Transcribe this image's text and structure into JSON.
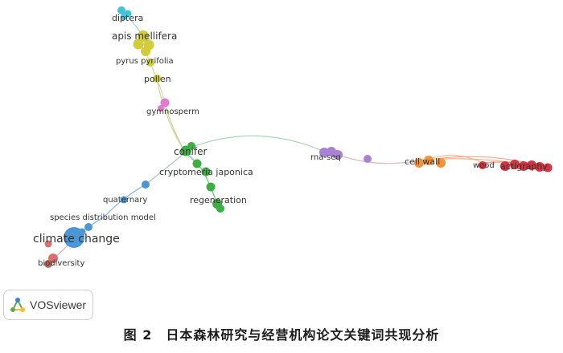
{
  "network": {
    "labels": {
      "diptera": "diptera",
      "apis_mellifera": "apis mellifera",
      "pyrus_pyrifolia": "pyrus pyrifolia",
      "pollen": "pollen",
      "gymnosperm": "gymnosperm",
      "conifer": "conifer",
      "cryptomeria_japonica": "cryptomeria japonica",
      "regeneration": "regeneration",
      "quaternary": "quaternary",
      "species_distribution_model": "species distribution model",
      "climate_change": "climate change",
      "biodiversity": "biodiversity",
      "rna_seq": "rna-seq",
      "cell_wall": "cell wall",
      "wood": "wood",
      "actigraphy": "actigraphy"
    },
    "cluster_colors": {
      "yellow": "#d2cc3a",
      "cyan": "#42c4d8",
      "pink": "#e27ad2",
      "green": "#3cae44",
      "blue": "#4c96d6",
      "salmon": "#d9706f",
      "purple": "#a982d6",
      "orange": "#f2923a",
      "red": "#d6323e"
    }
  },
  "badge": {
    "label": "VOSviewer"
  },
  "caption": "图 2　日本森林研究与经营机构论文关键词共现分析"
}
